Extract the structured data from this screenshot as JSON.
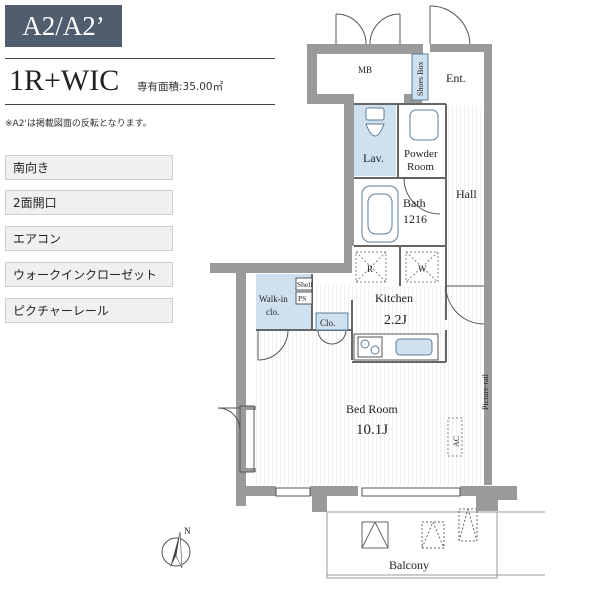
{
  "header": {
    "type_label": "A2/A2’",
    "plan_name": "1R+WIC",
    "area_text": "専有面積:35.00㎡",
    "note": "※A2'は掲載図面の反転となります。"
  },
  "features": [
    "南向き",
    "2面開口",
    "エアコン",
    "ウォークインクローゼット",
    "ピクチャーレール"
  ],
  "rooms": {
    "mb": "MB",
    "shoes_box": "Shoes Box",
    "entrance": "Ent.",
    "lav": "Lav.",
    "powder_room_1": "Powder",
    "powder_room_2": "Room",
    "bath_1": "Bath",
    "bath_2": "1216",
    "hall": "Hall",
    "refrigerator": "R",
    "washer": "W",
    "shelf": "Shelf",
    "ps": "PS",
    "walk_in_1": "Walk-in",
    "walk_in_2": "clo.",
    "clo": "Clo.",
    "kitchen": "Kitchen",
    "kitchen_size": "2.2J",
    "bed_room": "Bed Room",
    "bed_room_size": "10.1J",
    "picture_rail": "Picture-rail",
    "ac": "AC",
    "balcony": "Balcony"
  },
  "compass": {
    "label": "N"
  },
  "colors": {
    "wall": "#9a9a9a",
    "accent": "#4f5d6f",
    "wet_area": "#cfe0ef",
    "fixture": "#7fa9c8"
  }
}
